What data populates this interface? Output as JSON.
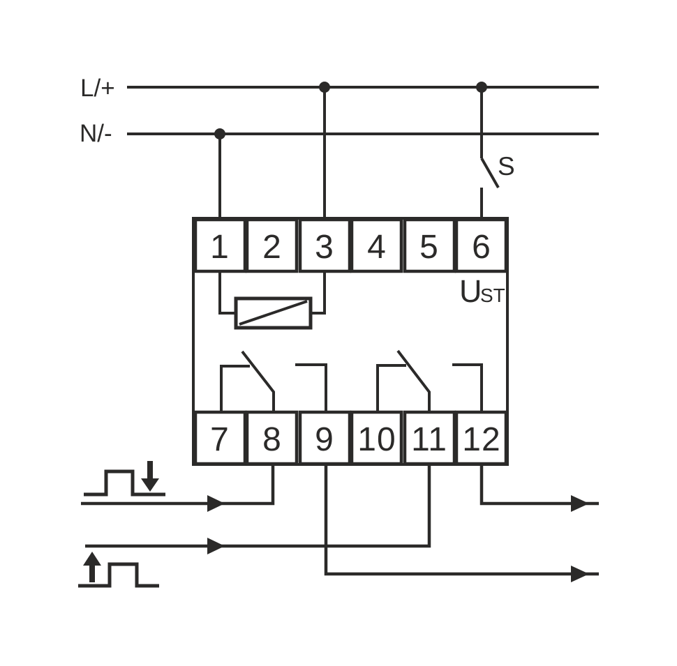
{
  "diagram": {
    "title": "relay-module-wiring-diagram",
    "power_lines": {
      "live_label": "L/+",
      "neutral_label": "N/-"
    },
    "switch_label": "S",
    "supply_label": {
      "main": "U",
      "sub": "ST"
    },
    "terminals_top": [
      "1",
      "2",
      "3",
      "4",
      "5",
      "6"
    ],
    "terminals_bottom": [
      "7",
      "8",
      "9",
      "10",
      "11",
      "12"
    ]
  },
  "colors": {
    "ink": "#2b2a29",
    "background": "#ffffff"
  }
}
